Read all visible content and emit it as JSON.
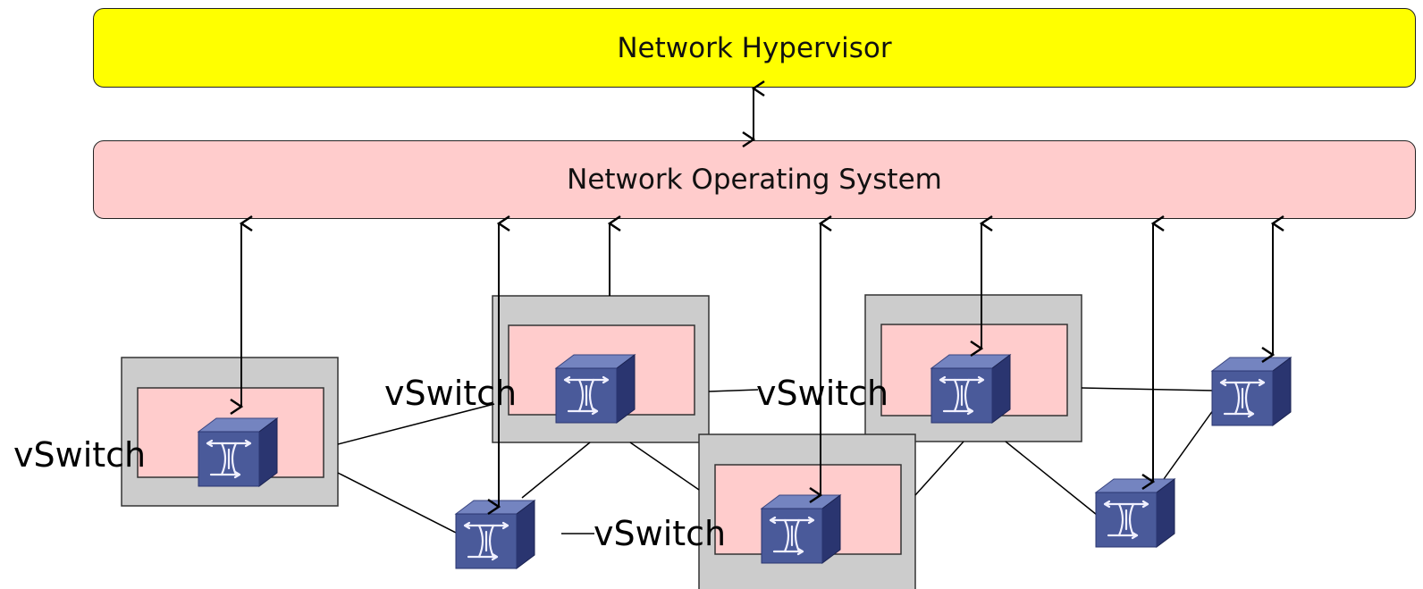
{
  "layers": {
    "hypervisor": {
      "label": "Network Hypervisor",
      "color": "#ffff00"
    },
    "nos": {
      "label": "Network Operating System",
      "color": "#ffcccc"
    }
  },
  "vswitch_labels": [
    "vSwitch",
    "vSwitch",
    "vSwitch",
    "vSwitch"
  ],
  "colors": {
    "host_box": "#cccccc",
    "vswitch_area": "#ffcccc",
    "switch_front": "#4a5a9a",
    "switch_top": "#7484c0",
    "switch_side": "#2a3570"
  },
  "icons": [
    "network-switch-icon"
  ]
}
